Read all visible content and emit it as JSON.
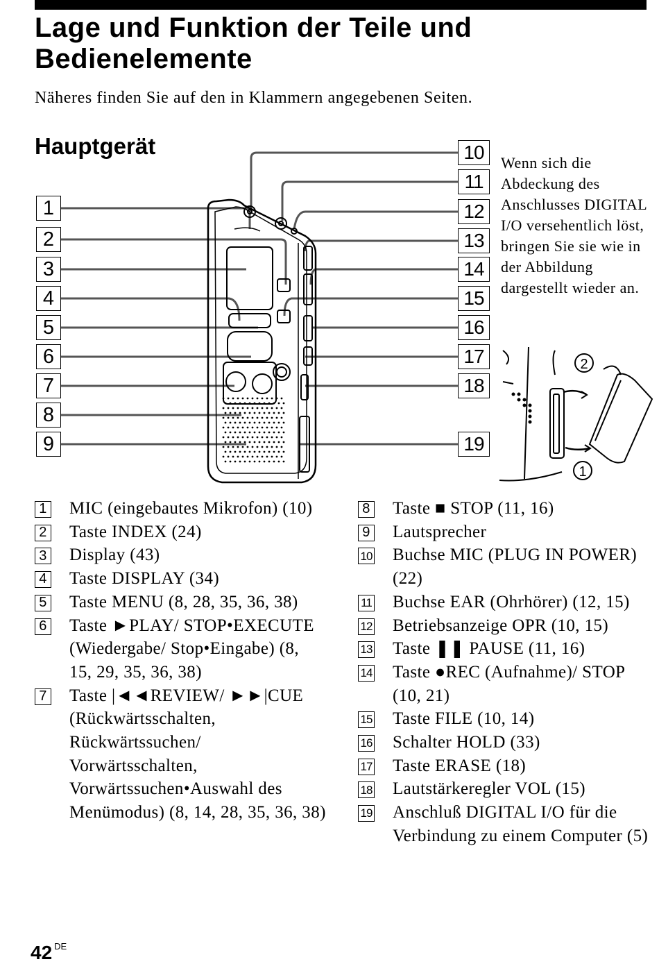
{
  "page": {
    "title": "Lage und Funktion der Teile und Bedienelemente",
    "intro": "Näheres finden Sie auf den in Klammern angegebenen Seiten.",
    "section_heading": "Hauptgerät",
    "note": "Wenn sich die Abdeckung des Anschlusses DIGITAL I/O versehentlich löst, bringen Sie sie wie in der Abbildung dargestellt wieder an.",
    "page_number": "42",
    "page_suffix": "DE"
  },
  "figure": {
    "left_callouts": [
      "1",
      "2",
      "3",
      "4",
      "5",
      "6",
      "7",
      "8",
      "9"
    ],
    "right_callouts": [
      "10",
      "11",
      "12",
      "13",
      "14",
      "15",
      "16",
      "17",
      "18",
      "19"
    ],
    "inset_markers": [
      "2",
      "1"
    ]
  },
  "parts_left": [
    {
      "num": "1",
      "text": "MIC (eingebautes Mikrofon) (10)"
    },
    {
      "num": "2",
      "text": "Taste INDEX (24)"
    },
    {
      "num": "3",
      "text": "Display (43)"
    },
    {
      "num": "4",
      "text": "Taste DISPLAY (34)"
    },
    {
      "num": "5",
      "text": "Taste MENU (8, 28, 35, 36, 38)"
    },
    {
      "num": "6",
      "text": "Taste ►PLAY/ STOP•EXECUTE (Wiedergabe/ Stop•Eingabe) (8, 15, 29, 35, 36, 38)"
    },
    {
      "num": "7",
      "text": "Taste |◄◄REVIEW/ ►►|CUE (Rückwärtsschalten, Rückwärtssuchen/ Vorwärtsschalten, Vorwärtssuchen•Auswahl des Menümodus) (8, 14, 28, 35, 36, 38)"
    }
  ],
  "parts_right": [
    {
      "num": "8",
      "text": "Taste ■ STOP (11, 16)"
    },
    {
      "num": "9",
      "text": "Lautsprecher"
    },
    {
      "num": "10",
      "text": "Buchse MIC (PLUG IN POWER) (22)"
    },
    {
      "num": "11",
      "text": "Buchse EAR (Ohrhörer) (12, 15)"
    },
    {
      "num": "12",
      "text": "Betriebsanzeige OPR (10, 15)"
    },
    {
      "num": "13",
      "text": "Taste ❚❚ PAUSE (11, 16)"
    },
    {
      "num": "14",
      "text": "Taste ●REC (Aufnahme)/ STOP (10, 21)"
    },
    {
      "num": "15",
      "text": "Taste FILE (10, 14)"
    },
    {
      "num": "16",
      "text": "Schalter HOLD (33)"
    },
    {
      "num": "17",
      "text": "Taste ERASE (18)"
    },
    {
      "num": "18",
      "text": "Lautstärkeregler VOL (15)"
    },
    {
      "num": "19",
      "text": "Anschluß DIGITAL I/O für die Verbindung zu einem Computer (5)"
    }
  ]
}
